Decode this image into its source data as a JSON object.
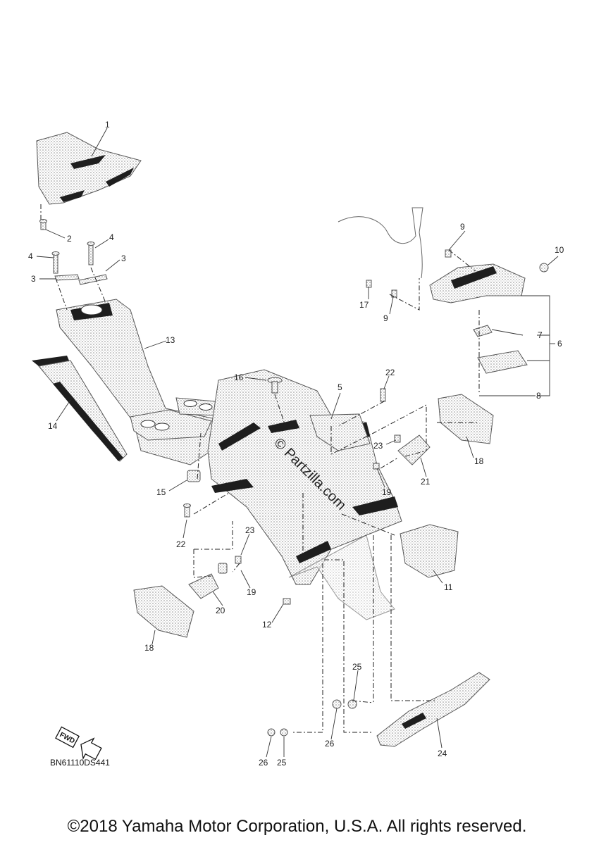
{
  "diagram": {
    "diagram_code": "BN61110DS441",
    "forward_label": "FWD",
    "watermark": "© Partzilla.com",
    "copyright": "©2018 Yamaha Motor Corporation, U.S.A. All rights reserved.",
    "callouts": [
      "1",
      "2",
      "3",
      "4",
      "4",
      "3",
      "5",
      "6",
      "7",
      "8",
      "9",
      "9",
      "10",
      "11",
      "12",
      "13",
      "14",
      "15",
      "16",
      "17",
      "18",
      "18",
      "19",
      "19",
      "20",
      "21",
      "22",
      "22",
      "23",
      "23",
      "24",
      "25",
      "25",
      "26",
      "26"
    ]
  }
}
